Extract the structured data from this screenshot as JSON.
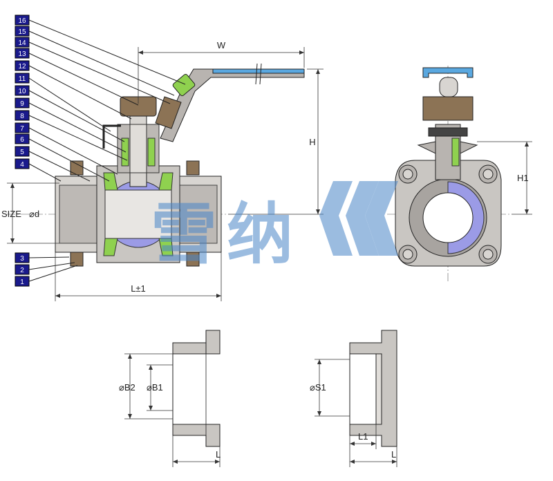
{
  "callouts_left_top": [
    "16",
    "15",
    "14",
    "13",
    "12",
    "11",
    "10",
    "9",
    "8",
    "7",
    "6",
    "5",
    "4"
  ],
  "callouts_left_bottom": [
    "3",
    "2",
    "1"
  ],
  "dimensions": {
    "w": "W",
    "h": "H",
    "h1": "H1",
    "size": "SIZE",
    "d": "⌀d",
    "l_tol": "L±1",
    "b2": "⌀B2",
    "b1": "⌀B1",
    "s1": "⌀S1",
    "l_left": "L",
    "l1": "L1",
    "l_right": "L"
  },
  "watermark": {
    "char1": "雪",
    "char2": "纳"
  },
  "colors": {
    "steel": "#c9c6c2",
    "steel_dark": "#8f8b87",
    "nut": "#8c7355",
    "green": "#8fd14f",
    "ball": "#9b9be6",
    "handle_blue": "#5aa8e0",
    "callout_bg": "#1a1a8c",
    "watermark": "#4a86c8"
  }
}
